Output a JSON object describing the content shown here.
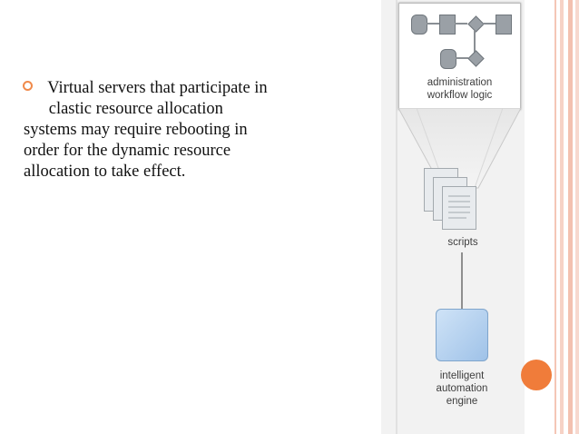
{
  "slide": {
    "bullet_lines": [
      " Virtual servers that participate in",
      "      clastic resource allocation",
      "systems may require rebooting in",
      "order for the dynamic resource",
      "allocation to take effect."
    ]
  },
  "figure": {
    "admin_label_1": "administration",
    "admin_label_2": "workflow logic",
    "scripts_label": "scripts",
    "engine_label_1": "intelligent",
    "engine_label_2": "automation",
    "engine_label_3": "engine"
  },
  "colors": {
    "accent": "#f07c3a",
    "stripes": "#f4c6b6"
  }
}
